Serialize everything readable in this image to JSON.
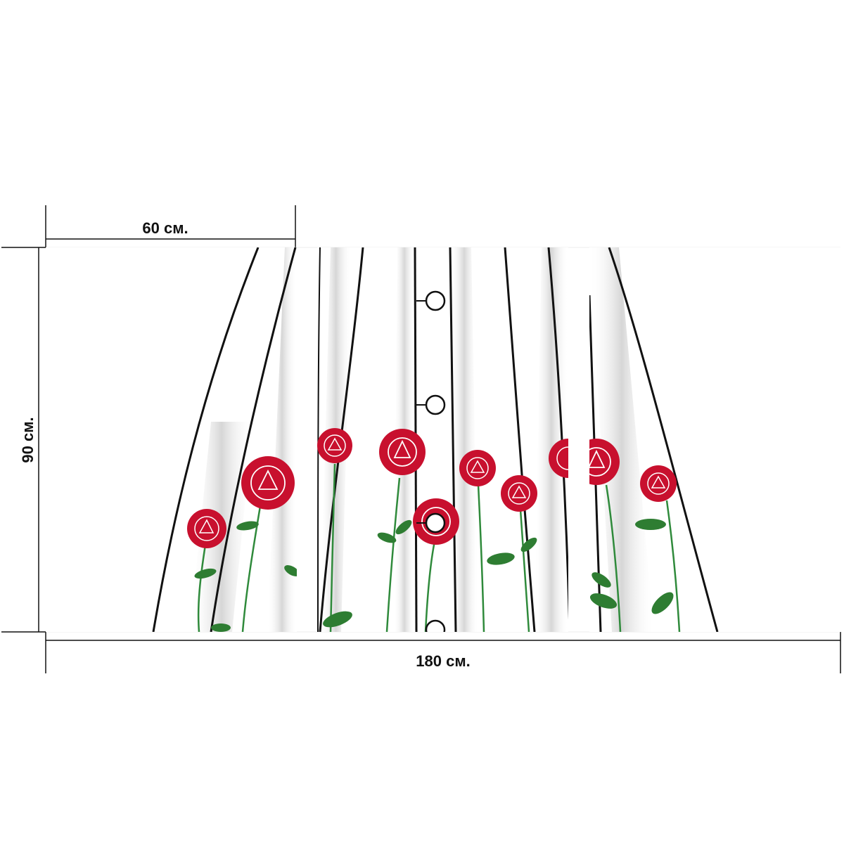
{
  "dimensions": {
    "panel_width": "60 см.",
    "height": "90 см.",
    "total_width": "180 см."
  },
  "panels_count": 3,
  "colors": {
    "background": "#ffffff",
    "line": "#111111",
    "rose_red": "#c8102e",
    "leaf_green": "#2e7d32",
    "stem_green": "#2f8a3b",
    "shadow_grey": "#d6d6d6"
  }
}
